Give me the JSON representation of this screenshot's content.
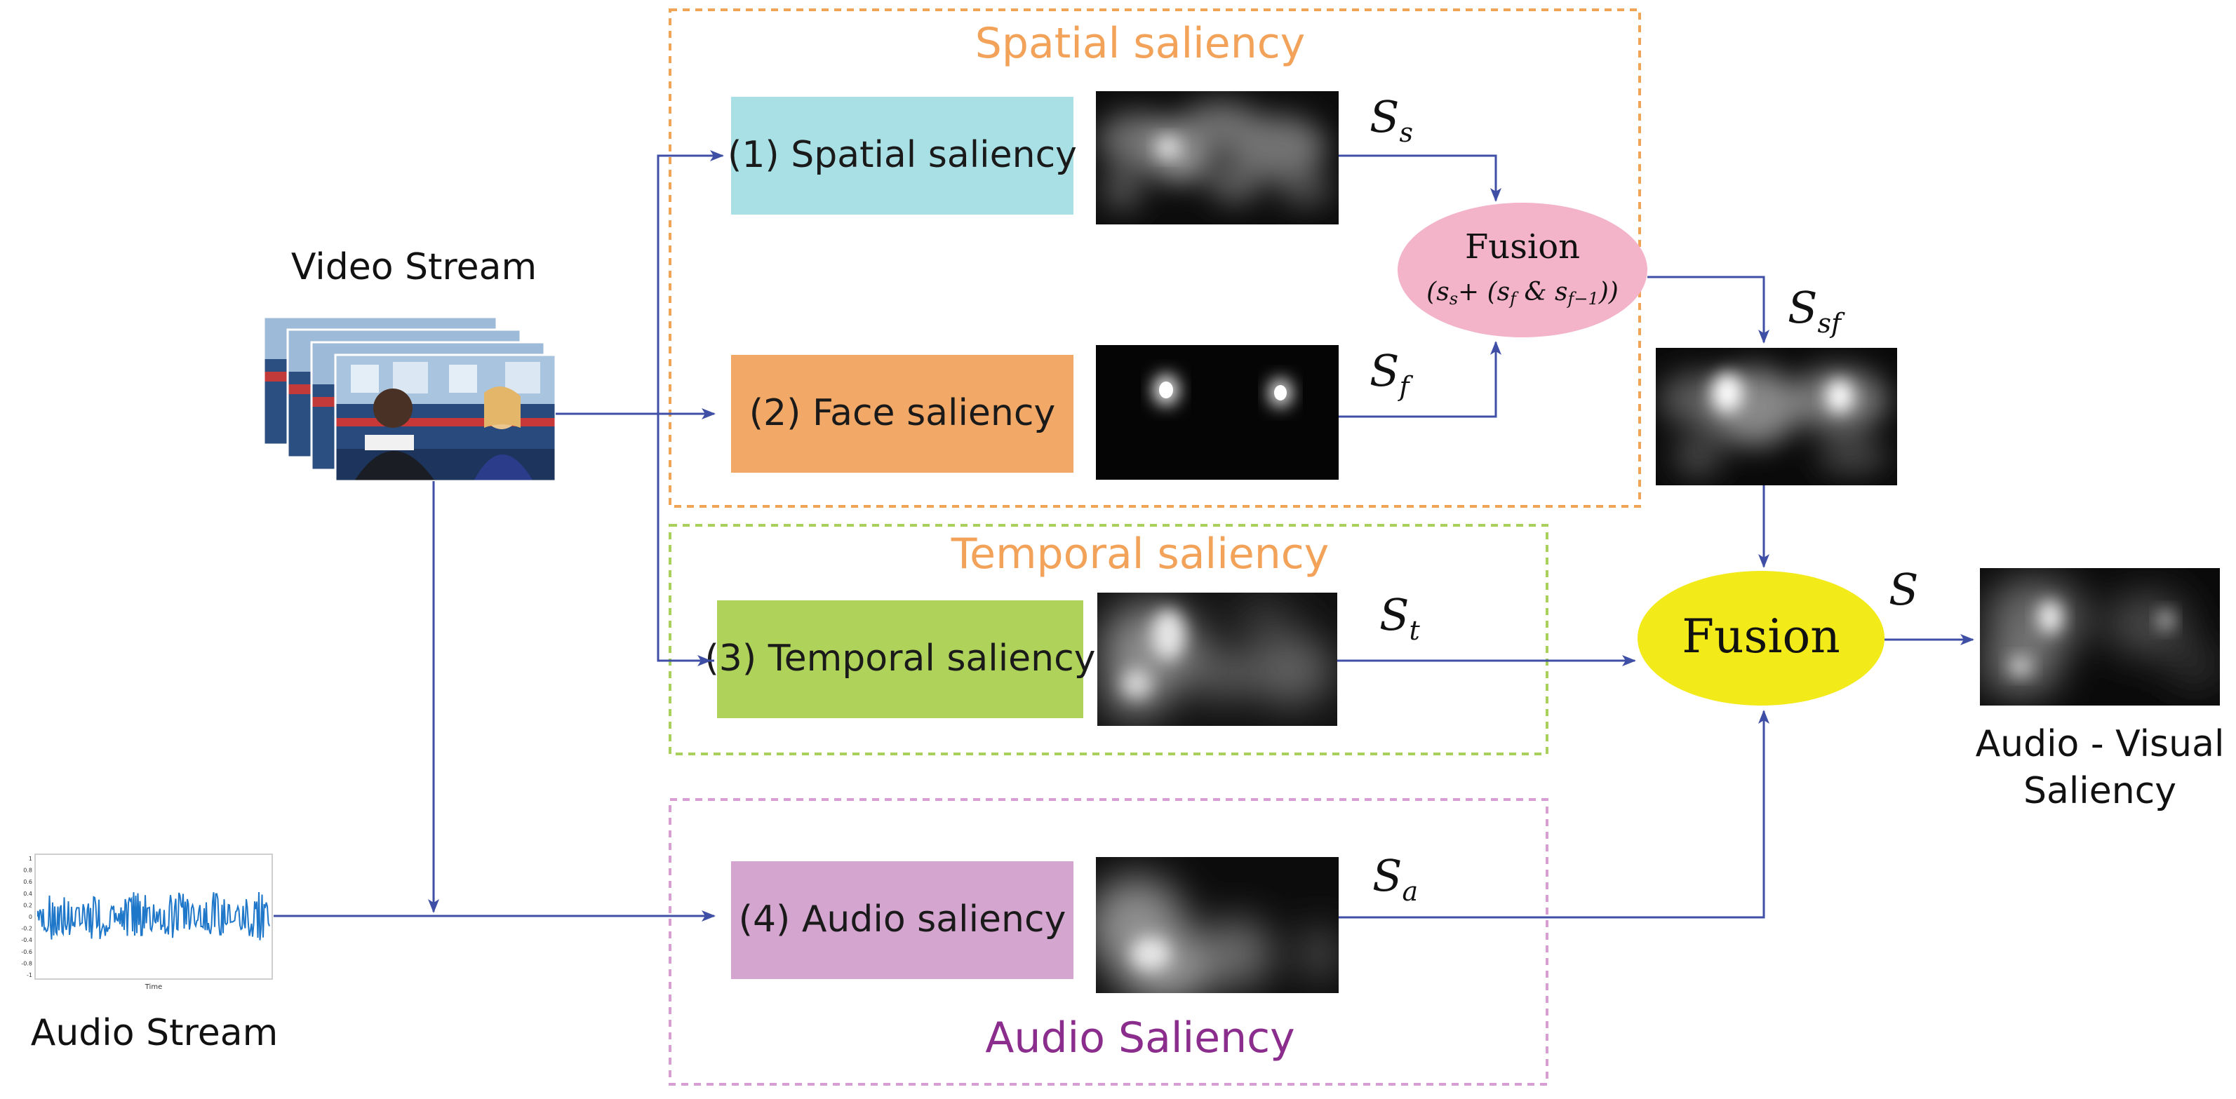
{
  "groups": {
    "spatial_title": "Spatial saliency",
    "temporal_title": "Temporal saliency",
    "audio_title": "Audio Saliency"
  },
  "inputs": {
    "video_stream": "Video Stream",
    "audio_stream": "Audio Stream",
    "waveform_time_label": "Time",
    "waveform_ticks": [
      "1",
      "0.8",
      "0.6",
      "0.4",
      "0.2",
      "0",
      "-0.2",
      "-0.4",
      "-0.6",
      "-0.8",
      "-1"
    ]
  },
  "modules": {
    "spatial": "(1) Spatial saliency",
    "face": "(2) Face saliency",
    "temporal": "(3) Temporal saliency",
    "audio": "(4) Audio saliency"
  },
  "maps": {
    "s_s": {
      "main": "S",
      "sub": "s"
    },
    "s_f": {
      "main": "S",
      "sub": "f"
    },
    "s_sf": {
      "main": "S",
      "sub": "sf"
    },
    "s_t": {
      "main": "S",
      "sub": "t"
    },
    "s_a": {
      "main": "S",
      "sub": "a"
    },
    "s": {
      "main": "S"
    }
  },
  "fusion_small": {
    "label": "Fusion",
    "formula": "(s",
    "formula_s_sub": "s",
    "formula_plus": "+ (s",
    "formula_f_sub": "f",
    "formula_amp": " & s",
    "formula_f1_sub": "f−1",
    "formula_close": "))"
  },
  "fusion_big": {
    "label": "Fusion"
  },
  "output": {
    "line1": "Audio - Visual",
    "line2": "Saliency"
  },
  "colors": {
    "arrow": "#3f4fa6",
    "spatial_box": "#a8e0e6",
    "face_box": "#f2a866",
    "temporal_box": "#afd35a",
    "audio_box": "#d4a6cf",
    "spatial_border": "#f0a455",
    "temporal_border": "#a9d05a",
    "audio_border": "#d79ed3",
    "orange_title": "#f2a259",
    "purple_title": "#8a2d8c",
    "fusion_small_fill": "#f3b3c8",
    "fusion_big_fill": "#f2ea19",
    "waveform": "#1f77c9"
  }
}
